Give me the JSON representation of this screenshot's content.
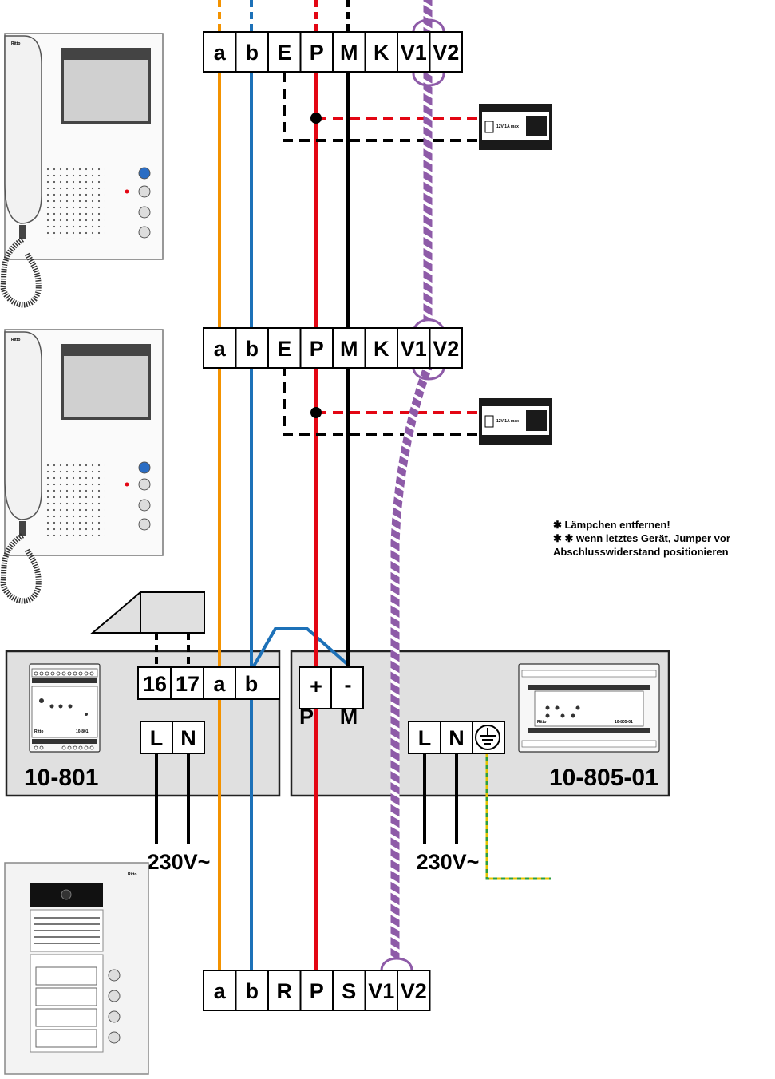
{
  "terminal_strips": {
    "top": [
      "a",
      "b",
      "E",
      "P",
      "M",
      "K",
      "V1",
      "V2"
    ],
    "middle": [
      "a",
      "b",
      "E",
      "P",
      "M",
      "K",
      "V1",
      "V2"
    ],
    "bottom": [
      "a",
      "b",
      "R",
      "P",
      "S",
      "V1",
      "V2"
    ]
  },
  "devices": {
    "controller": {
      "label": "10-801",
      "terminals": [
        "16",
        "17",
        "a",
        "b"
      ],
      "power_terminals": [
        "L",
        "N"
      ],
      "din_brand": "Ritto",
      "din_model": "10-801"
    },
    "power_supply": {
      "label": "10-805-01",
      "dc_terminals": [
        "+",
        "-"
      ],
      "dc_labels": [
        "P",
        "M"
      ],
      "power_terminals": [
        "L",
        "N"
      ],
      "din_brand": "Ritto",
      "din_model": "10-805-01"
    },
    "relay": {
      "rating": "12V 1A max"
    },
    "monitor": {
      "brand": "Ritto"
    },
    "door_station": {
      "brand": "Ritto"
    }
  },
  "mains_labels": [
    "230V~",
    "230V~"
  ],
  "notes": {
    "note1": "✱ Lämpchen entfernen!",
    "note2": "✱ ✱ wenn letztes Gerät, Jumper vor",
    "note3": "Abschlusswiderstand positionieren"
  },
  "colors": {
    "wire_a": "#F39200",
    "wire_b": "#1D71B8",
    "wire_p": "#E30613",
    "wire_m": "#000000",
    "wire_twisted": "#8E5BA8",
    "earth_yellow": "#E6C300",
    "earth_green": "#2E9E3E",
    "device_gray": "#E0E0E0"
  }
}
